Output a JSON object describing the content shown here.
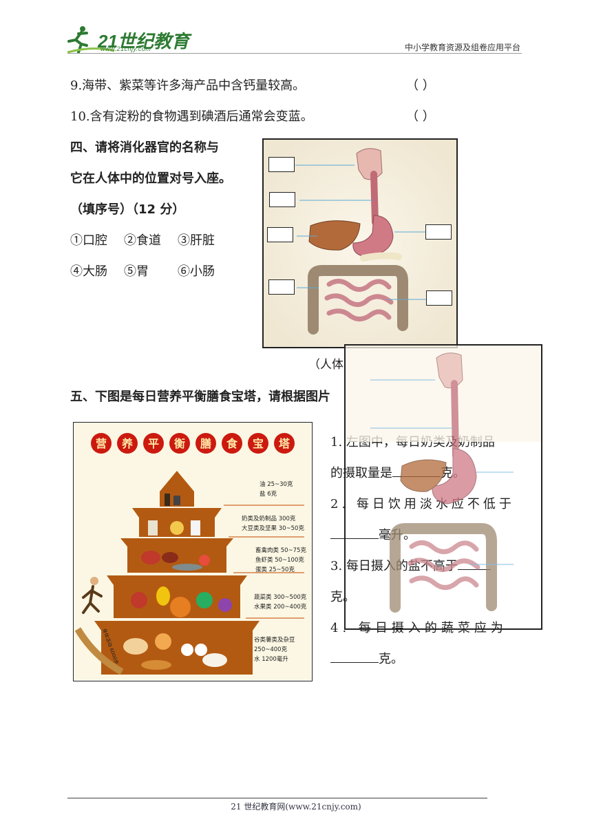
{
  "header": {
    "logo_text": "21世纪教育",
    "logo_url": "www.21cnjy.com",
    "platform": "中小学教育资源及组卷应用平台"
  },
  "questions": {
    "q9": "9.海带、紫菜等许多海产品中含钙量较高。",
    "q10": "10.含有淀粉的食物遇到碘酒后通常会变蓝。",
    "paren": "（      ）"
  },
  "section4": {
    "title_line1": "四、请将消化器官的名称与",
    "title_line2": "它在人体中的位置对号入座。",
    "points": "（填序号）（12 分）",
    "options_row1": [
      "①口腔",
      "②食道",
      "③肝脏"
    ],
    "options_row2": [
      "④大肠",
      "⑤胃",
      "⑥小肠"
    ],
    "caption": "（人体"
  },
  "section5": {
    "title": "五、下图是每日营养平衡膳食宝塔，请根据图片",
    "pyramid": {
      "title_chars": [
        "营",
        "养",
        "平",
        "衡",
        "膳",
        "食",
        "宝",
        "塔"
      ],
      "tiers": [
        [
          "油 25~30克",
          "盐 6克"
        ],
        [
          "奶类及奶制品 300克",
          "大豆类及坚果 30~50克"
        ],
        [
          "畜禽肉类 50~75克",
          "鱼虾类 50~100克",
          "蛋类 25~50克"
        ],
        [
          "蔬菜类 300~500克",
          "水果类 200~400克"
        ],
        [
          "谷类薯类及杂豆",
          "250~400克",
          "水 1200毫升"
        ]
      ],
      "runner_text": "身体活动 6000步"
    },
    "q1_a": "1. 左图中，每日奶类及奶制品",
    "q1_b": "的摄取量是",
    "q1_c": "克。",
    "q2_a": "2. 每日饮用淡水应不低于",
    "q2_c": "毫升。",
    "q3_a": "3. 每日摄入的盐不高于",
    "q3_c": "克。",
    "q4_a": "4. 每日摄入的蔬菜应为",
    "q4_c": "克。"
  },
  "footer": {
    "text": "21 世纪教育网(www.21cnjy.com)"
  },
  "colors": {
    "brand_green": "#2d7a32",
    "pyramid_brown": "#b35a12",
    "pyramid_red": "#cc1a10",
    "organ_pink": "#c9868c"
  }
}
